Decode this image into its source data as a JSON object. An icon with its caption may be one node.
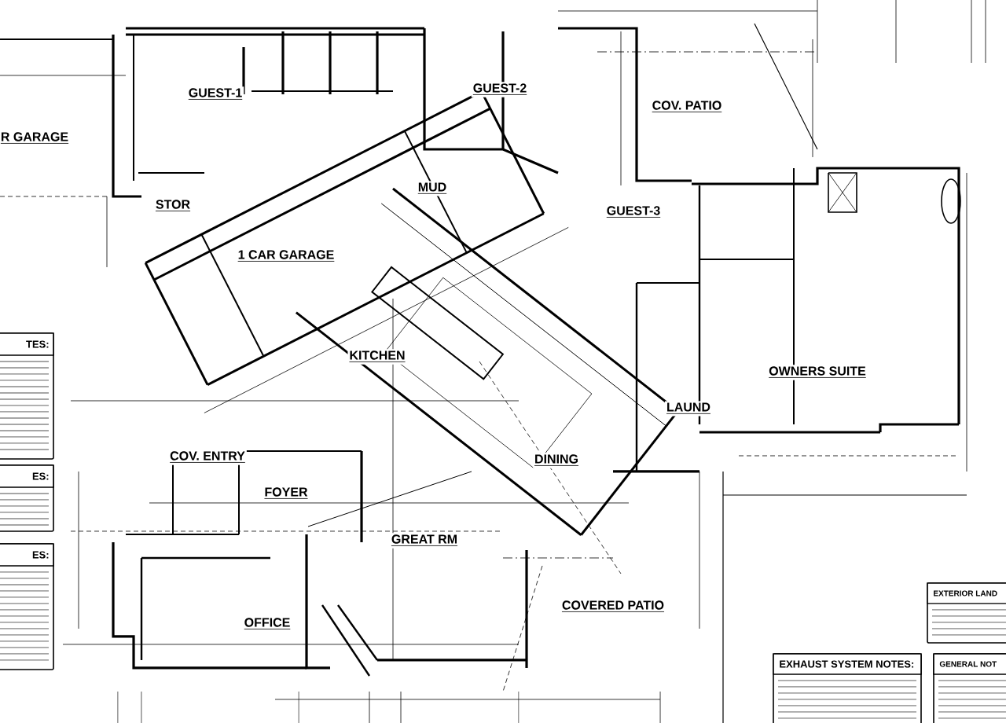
{
  "diagram": {
    "nodes": [
      {
        "text": [
          "TES:"
        ]
      },
      {
        "text": [
          "ES:"
        ]
      },
      {
        "text": [
          "ES:"
        ]
      },
      {
        "text": [
          "EXTERIOR LAND"
        ]
      },
      {
        "text": [
          "EXHAUST SYSTEM NOTES:"
        ]
      },
      {
        "text": [
          "GENERAL NOT"
        ]
      }
    ],
    "labels": [
      "GUEST-1",
      "GUEST-2",
      "R GARAGE",
      "COV. PATIO",
      "MUD",
      "STOR",
      "GUEST-3",
      "1 CAR GARAGE",
      "KITCHEN",
      "OWNERS SUITE",
      "LAUND",
      "DINING",
      "COV. ENTRY",
      "FOYER",
      "GREAT RM",
      "OFFICE",
      "COVERED PATIO"
    ]
  }
}
